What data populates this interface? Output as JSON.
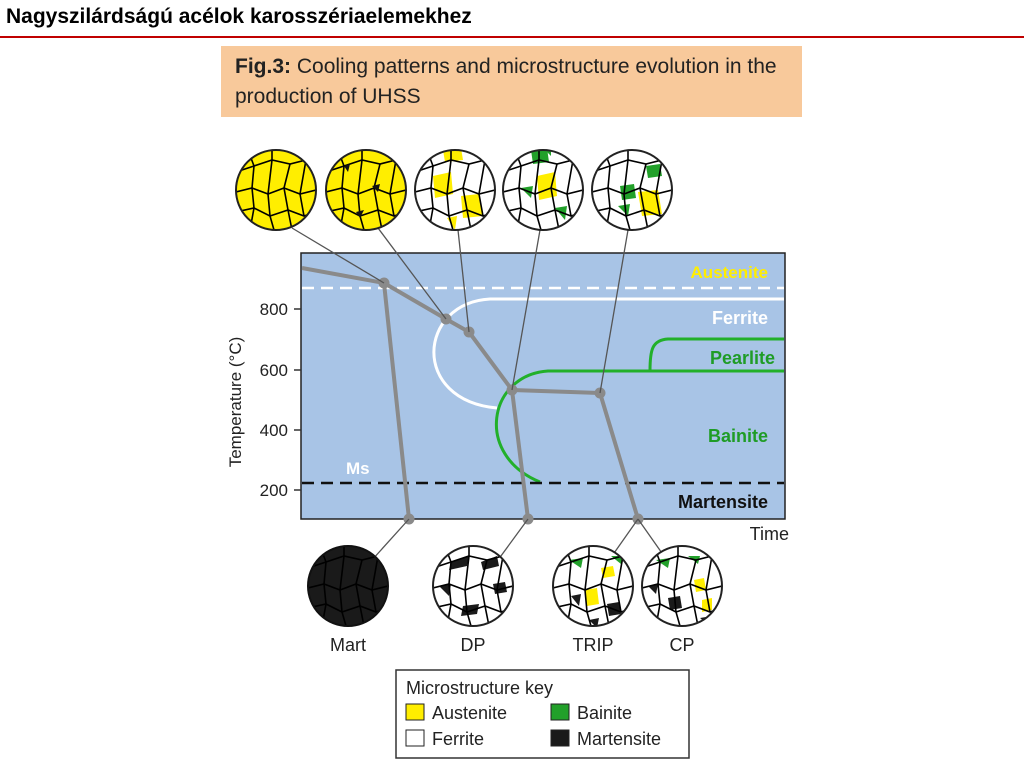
{
  "slide": {
    "title": "Nagyszilárdságú acélok karosszériaelemekhez",
    "accent_color": "#c00000"
  },
  "figure": {
    "caption_label": "Fig.3:",
    "caption_text": "Cooling patterns and microstructure evolution in the production of UHSS",
    "caption_bg": "#f8c99b"
  },
  "plot": {
    "background": "#a8c4e6",
    "y_axis_label": "Temperature (°C)",
    "y_ticks": [
      "800",
      "600",
      "400",
      "200"
    ],
    "x_axis_label": "Time",
    "regions": {
      "austenite": "Austenite",
      "ferrite": "Ferrite",
      "pearlite": "Pearlite",
      "bainite": "Bainite",
      "martensite": "Martensite",
      "ms": "Ms"
    }
  },
  "microstructures": {
    "bottom_labels": [
      "Mart",
      "DP",
      "TRIP",
      "CP"
    ]
  },
  "legend": {
    "title": "Microstructure key",
    "items": [
      {
        "label": "Austenite",
        "color": "#ffee00"
      },
      {
        "label": "Bainite",
        "color": "#22a02a"
      },
      {
        "label": "Ferrite",
        "color": "#ffffff"
      },
      {
        "label": "Martensite",
        "color": "#1a1a1a"
      }
    ]
  },
  "colors": {
    "austenite": "#ffee00",
    "ferrite": "#ffffff",
    "bainite": "#22a02a",
    "martensite": "#1a1a1a",
    "cooling_path": "#8a8a8a",
    "pearlite_curve": "#22b02a"
  }
}
